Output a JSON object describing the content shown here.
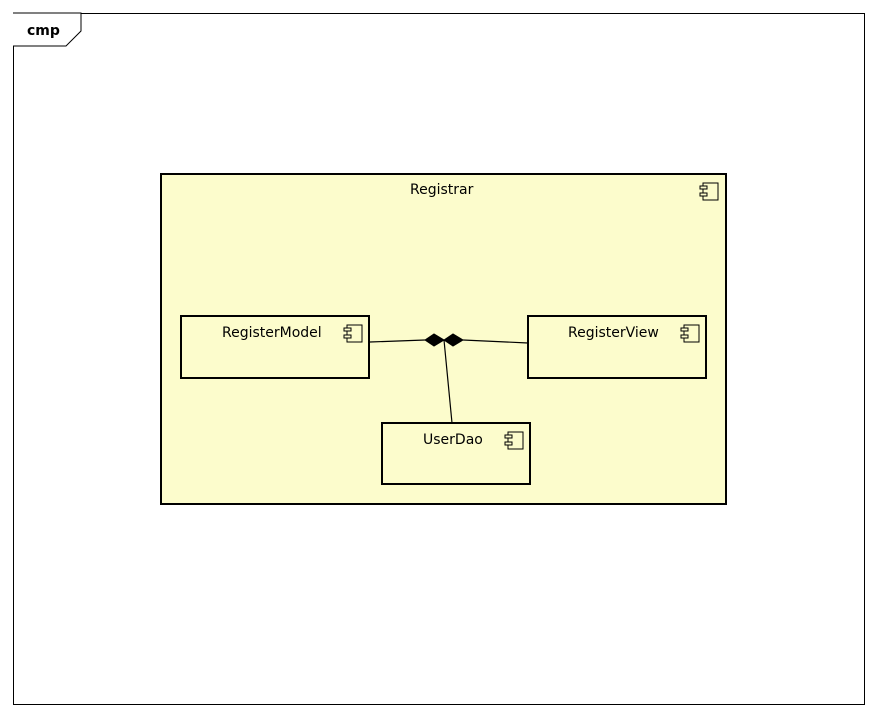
{
  "frame": {
    "label": "cmp"
  },
  "components": {
    "outer": {
      "name": "Registrar"
    },
    "model": {
      "name": "RegisterModel"
    },
    "view": {
      "name": "RegisterView"
    },
    "dao": {
      "name": "UserDao"
    }
  },
  "colors": {
    "component_fill": "#fcfccc",
    "line": "#000000",
    "background": "#ffffff"
  },
  "icons": [
    "component-icon"
  ]
}
